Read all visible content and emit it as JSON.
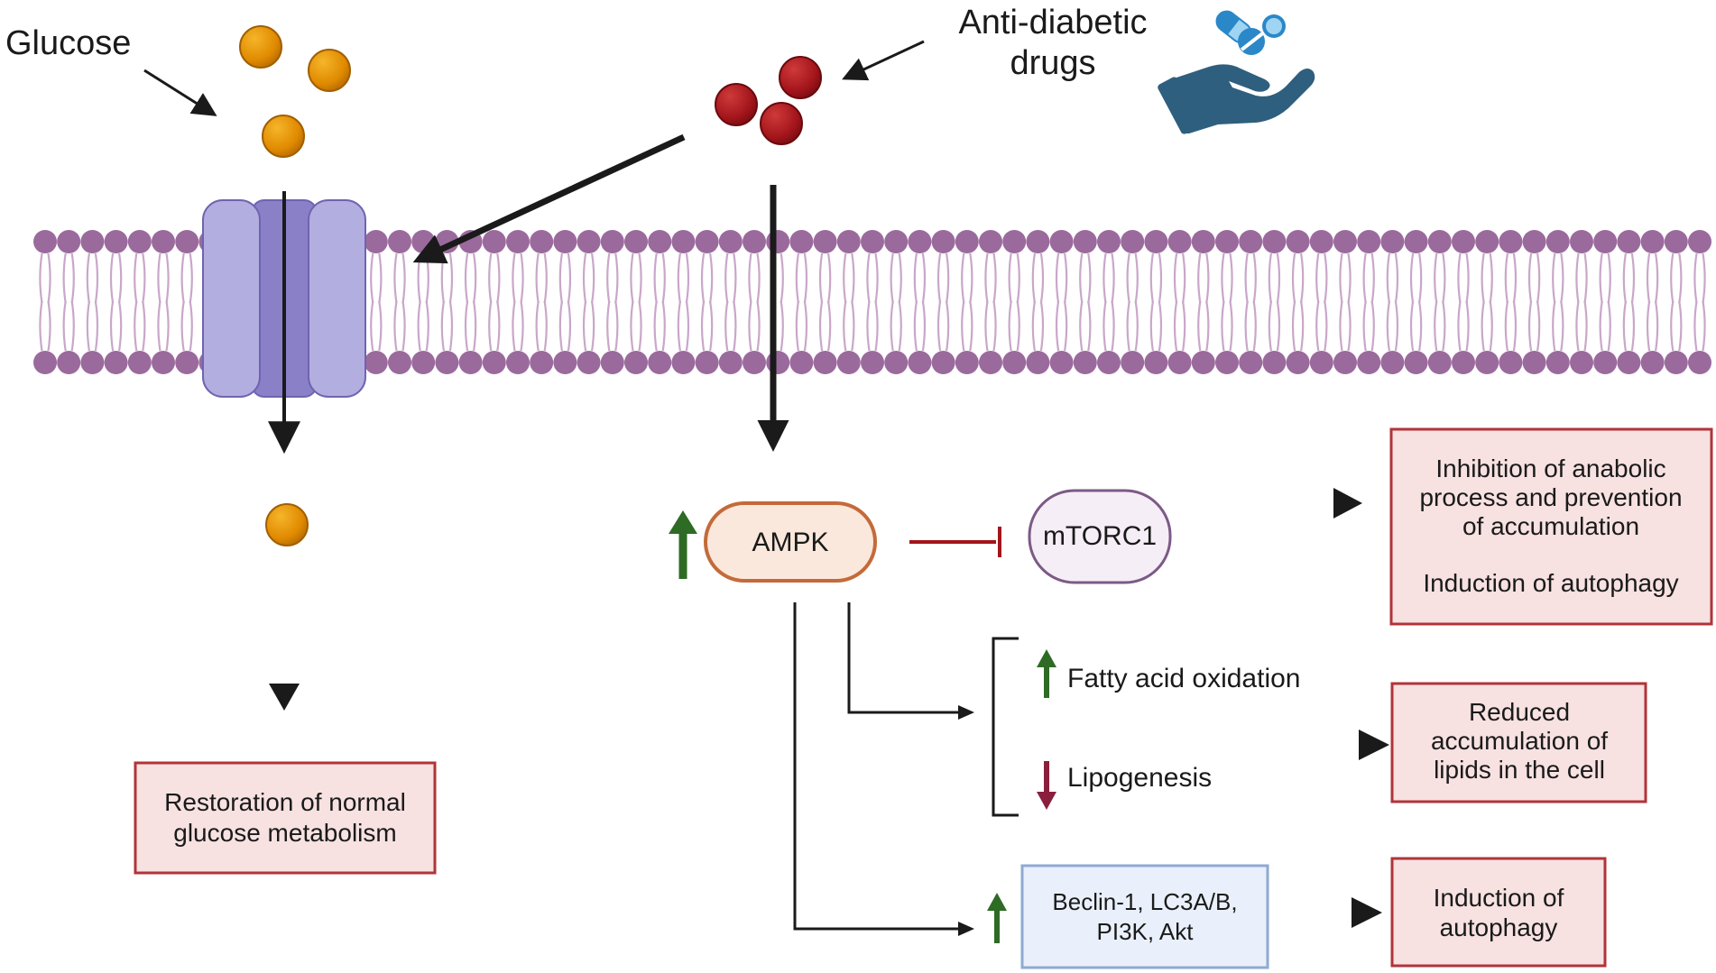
{
  "labels": {
    "glucose": "Glucose",
    "drugs_line1": "Anti-diabetic",
    "drugs_line2": "drugs",
    "ampk": "AMPK",
    "mtorc1": "mTORC1",
    "fatty_acid": "Fatty acid oxidation",
    "lipogenesis": "Lipogenesis",
    "beclin_line1": "Beclin-1, LC3A/B,",
    "beclin_line2": "PI3K, Akt"
  },
  "outcomes": {
    "glucose_metabolism": [
      "Restoration of normal",
      "glucose metabolism"
    ],
    "anabolic": [
      "Inhibition of anabolic",
      "process and prevention",
      "of accumulation"
    ],
    "anabolic_autophagy": "Induction of autophagy",
    "lipids": [
      "Reduced",
      "accumulation of",
      "lipids in the cell"
    ],
    "autophagy": [
      "Induction of",
      "autophagy"
    ]
  },
  "colors": {
    "glucose": "#e08a00",
    "drug": "#a3151b",
    "membrane_head": "#9b6a9d",
    "membrane_tail": "#c9a7c9",
    "transporter_light": "#b3aee0",
    "transporter_dark": "#8a80c8",
    "ampk_border": "#c46a3a",
    "ampk_fill": "#fbe8dc",
    "mtorc1_border": "#7c5a86",
    "mtorc1_fill": "#f6eef6",
    "outcome_border": "#b0343a",
    "outcome_fill": "#f7e1e1",
    "beclin_border": "#8eaad2",
    "beclin_fill": "#e9f0fb",
    "up_arrow": "#2e6b25",
    "down_arrow": "#8a1f3d",
    "inhibit": "#a3151b",
    "arrow": "#1a1a1a"
  },
  "icons": {
    "drugs": "hand-with-pills-icon"
  }
}
